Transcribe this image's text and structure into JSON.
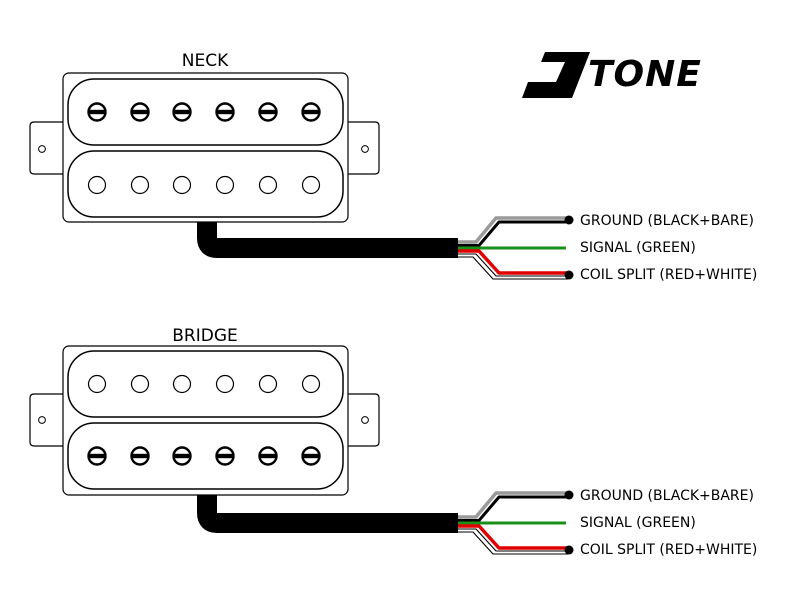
{
  "logo": {
    "text": "TONE"
  },
  "pickups": [
    {
      "title": "NECK",
      "coils": [
        "slotted",
        "round"
      ],
      "wires": [
        {
          "label": "GROUND (BLACK+BARE)",
          "colors": [
            "#9a9a9a",
            "#000000"
          ]
        },
        {
          "label": "SIGNAL (GREEN)",
          "colors": [
            "#1a8f1a"
          ]
        },
        {
          "label": "COIL SPLIT (RED+WHITE)",
          "colors": [
            "#e00000",
            "#ffffff"
          ]
        }
      ]
    },
    {
      "title": "BRIDGE",
      "coils": [
        "round",
        "slotted"
      ],
      "wires": [
        {
          "label": "GROUND (BLACK+BARE)",
          "colors": [
            "#9a9a9a",
            "#000000"
          ]
        },
        {
          "label": "SIGNAL (GREEN)",
          "colors": [
            "#1a8f1a"
          ]
        },
        {
          "label": "COIL SPLIT (RED+WHITE)",
          "colors": [
            "#e00000",
            "#ffffff"
          ]
        }
      ]
    }
  ]
}
